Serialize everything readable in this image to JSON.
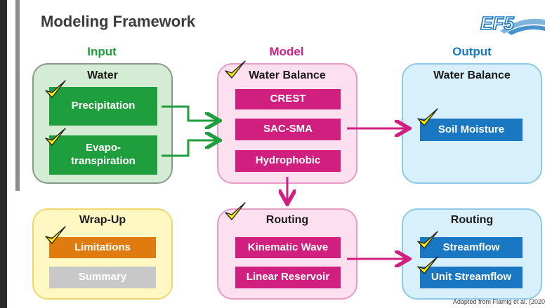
{
  "title": "Modeling Framework",
  "logo_text": "EF5",
  "columns": {
    "input": "Input",
    "model": "Model",
    "output": "Output"
  },
  "colors": {
    "input_green": "#1e9e3c",
    "model_magenta": "#d01f7f",
    "output_blue": "#1a78c2",
    "wrap_orange": "#e07b10",
    "summary_gray": "#c8c8c8",
    "check_yellow": "#ffee00"
  },
  "input_panel": {
    "title": "Water",
    "items": [
      "Precipitation",
      "Evapo-\ntranspiration"
    ]
  },
  "model_panel": {
    "title": "Water Balance",
    "items": [
      "CREST",
      "SAC-SMA",
      "Hydrophobic"
    ]
  },
  "output_panel": {
    "title": "Water Balance",
    "items": [
      "Soil Moisture"
    ]
  },
  "wrapup_panel": {
    "title": "Wrap-Up",
    "items": [
      "Limitations",
      "Summary"
    ]
  },
  "routing_panel": {
    "title": "Routing",
    "items": [
      "Kinematic Wave",
      "Linear Reservoir"
    ]
  },
  "output_routing_panel": {
    "title": "Routing",
    "items": [
      "Streamflow",
      "Unit Streamflow"
    ]
  },
  "credit": "Adapted from Flamig et al. (2020"
}
